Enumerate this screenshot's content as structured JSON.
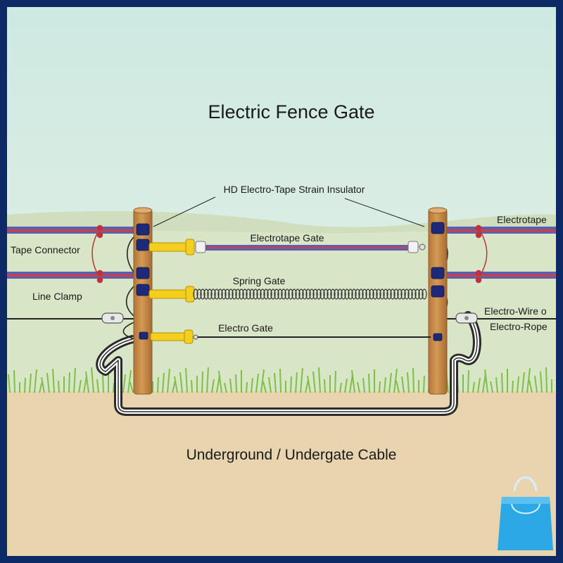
{
  "title": "Electric Fence Gate",
  "labels": {
    "strain_insulator": "HD Electro-Tape Strain Insulator",
    "electrotape_gate": "Electrotape Gate",
    "spring_gate": "Spring Gate",
    "electro_gate": "Electro Gate",
    "tape_connector": "Tape Connector",
    "line_clamp": "Line Clamp",
    "electrotape": "Electrotape",
    "electro_wire": "Electro-Wire o",
    "electro_rope": "Electro-Rope",
    "underground": "Underground / Undergate Cable"
  },
  "colors": {
    "frame": "#0d2a66",
    "sky_top": "#cde9e2",
    "sky_bottom": "#e8f1e6",
    "hill": "#c9dcb6",
    "ground": "#e9d6b2",
    "grass": "#8ecb52",
    "post": "#c98b47",
    "handle": "#f4cf1e",
    "tape_red": "#d0413d",
    "tape_blue": "#5d5fb0",
    "insulator": "#1e2a78",
    "bag": "#29a8e6"
  },
  "icons": {
    "corner_badge": "shopping-bag-icon"
  }
}
